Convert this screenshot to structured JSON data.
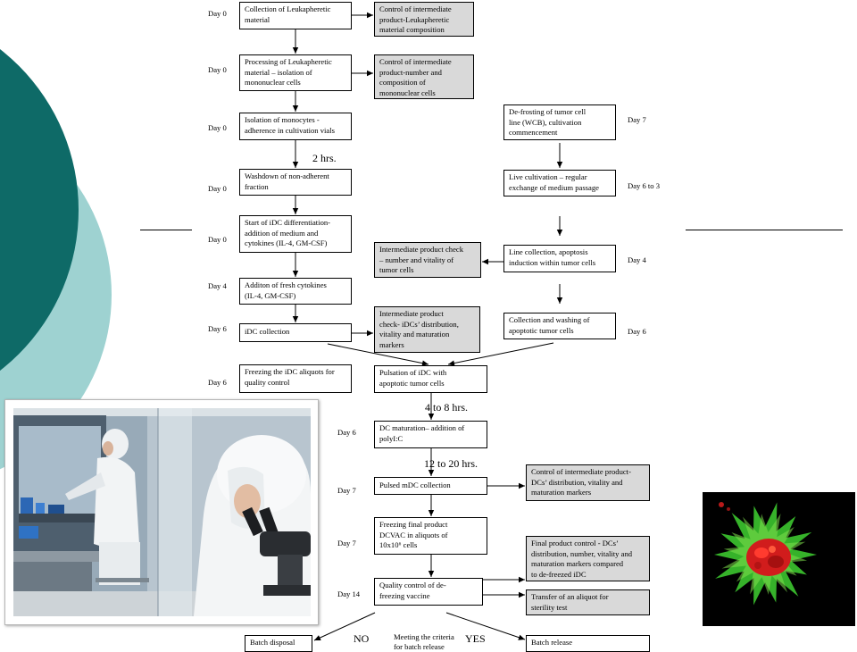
{
  "colors": {
    "teal_dark": "#0e6a67",
    "teal_light": "#9ed2d1",
    "check_box_fill": "#d9d9d9"
  },
  "dc_preparation": {
    "collection": {
      "day": "Day 0",
      "label": "Collection of Leukapheretic\nmaterial"
    },
    "processing": {
      "day": "Day 0",
      "label": "Processing of Leukapheretic\nmaterial – isolation of\nmononuclear cells"
    },
    "isolation": {
      "day": "Day 0",
      "label": "Isolation of monocytes -\nadherence in cultivation vials"
    },
    "adherence_time": "2 hrs.",
    "washdown": {
      "day": "Day 0",
      "label": "Washdown of non-adherent\nfraction"
    },
    "differentiation": {
      "day": "Day 0",
      "label": "Start of iDC differentiation-\naddition of medium and\ncytokines (IL-4, GM-CSF)"
    },
    "cytokines": {
      "day": "Day 4",
      "label": "Additon of fresh cytokines\n(IL-4, GM-CSF)"
    },
    "idc_collection": {
      "day": "Day 6",
      "label": "iDC collection"
    },
    "idc_freezing": {
      "day": "Day 6",
      "label": "Freezing the iDC aliquots for\nquality control"
    }
  },
  "quality_checks": {
    "leukapheretic": "Control of intermediate\nproduct-Leukapheretic\nmaterial composition",
    "mononuclear": "Control of intermediate\nproduct-number and\ncomposition of\nmononuclear cells",
    "tumor_cells": "Intermediate product check\n– number and vitality of\ntumor cells",
    "idc": "Intermediate product\ncheck- iDCs’ distribution,\nvitality and maturation\nmarkers",
    "mdc": "Control of intermediate product-\nDCs’ distribution, vitality and\nmaturation markers",
    "final_product": "Final product control - DCs’\ndistribution, number, vitality and\nmaturation markers compared\nto de-freezed iDC",
    "sterility": "Transfer of an aliquot for\nsterility test"
  },
  "tumor_line": {
    "defrosting": {
      "day": "Day 7",
      "label": "De-frosting of tumor cell\nline (WCB), cultivation\ncommencement"
    },
    "cultivation": {
      "day": "Day 6 to 3",
      "label": "Live cultivation – regular\nexchange of medium passage"
    },
    "apoptosis": {
      "day": "Day 4",
      "label": "Line collection, apoptosis\ninduction within tumor cells"
    },
    "washing": {
      "day": "Day 6",
      "label": "Collection and washing of\napoptotic tumor cells"
    }
  },
  "vaccine": {
    "pulsation": {
      "label": "Pulsation of iDC with\napoptotic tumor cells"
    },
    "pulsation_time": "4 to 8 hrs.",
    "maturation": {
      "day": "Day 6",
      "label": "DC maturation– addition of\npolyI:C"
    },
    "maturation_time": "12 to 20 hrs.",
    "mdc_collection": {
      "day": "Day 7",
      "label": "Pulsed mDC collection"
    },
    "final_freezing": {
      "day": "Day 7",
      "label": "Freezing final product\nDCVAC in aliquots of\n10x10⁶ cells"
    },
    "qc": {
      "day": "Day 14",
      "label": "Quality control of de-\nfreezing vaccine"
    }
  },
  "release_decision": {
    "criterion": "Meeting the criteria\nfor batch release",
    "no": "NO",
    "yes": "YES",
    "disposal": "Batch disposal",
    "release": "Batch release"
  }
}
